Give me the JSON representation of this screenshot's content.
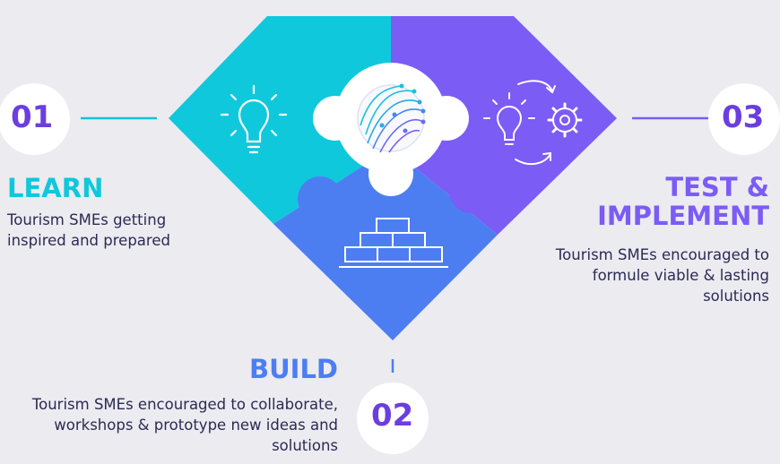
{
  "steps": [
    {
      "number": "01",
      "title": "LEARN",
      "description": "Tourism SMEs getting inspired and prepared",
      "color": "#0fc8dc"
    },
    {
      "number": "02",
      "title": "BUILD",
      "description": "Tourism SMEs encouraged to collaborate, workshops & prototype new ideas and solutions",
      "color": "#4c7ef2"
    },
    {
      "number": "03",
      "title": "TEST & IMPLEMENT",
      "description": "Tourism SMEs encouraged to formule viable & lasting solutions",
      "color": "#7b5cf5"
    }
  ],
  "colors": {
    "number": "#6c3ee0",
    "text": "#2a2a55",
    "line": "#12c3d8",
    "background": "#ecebf0",
    "center_circle": "#ffffff"
  },
  "icons": [
    "lightbulb-icon",
    "brick-wall-icon",
    "lightbulb-gear-icon",
    "globe-tech-icon"
  ]
}
